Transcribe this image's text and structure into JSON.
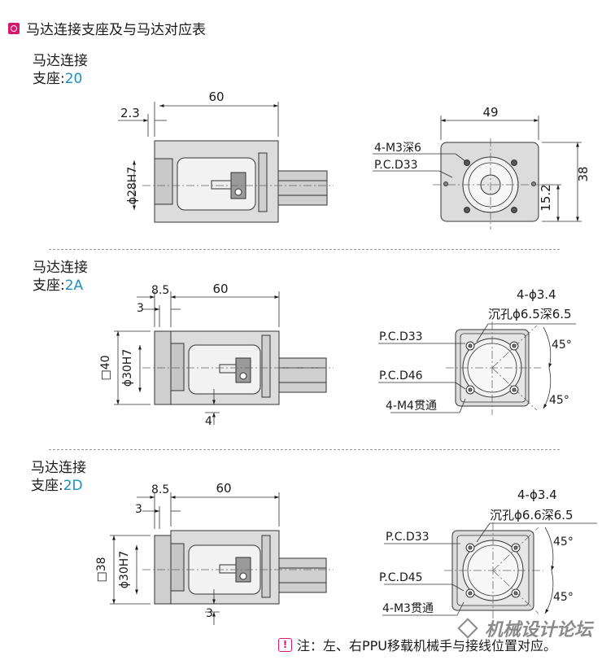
{
  "header": {
    "title": "马达连接支座及与马达对应表"
  },
  "sections": [
    {
      "label_line1": "马达连接",
      "label_prefix": "支座:",
      "code": "20",
      "dims": {
        "length": "60",
        "offset": "2.3",
        "diameter": "ϕ28H7",
        "width": "49",
        "height": "38",
        "center": "15.2"
      },
      "callouts": [
        "4-M3深6",
        "P.C.D33"
      ]
    },
    {
      "label_line1": "马达连接",
      "label_prefix": "支座:",
      "code": "2A",
      "dims": {
        "length": "60",
        "offset_a": "8.5",
        "offset_b": "3",
        "square": "□40",
        "diameter": "ϕ30H7",
        "bottom": "4"
      },
      "callouts": [
        "4-ϕ3.4",
        "沉孔ϕ6.5深6.5",
        "P.C.D33",
        "P.C.D46",
        "4-M4贯通",
        "45°",
        "45°"
      ]
    },
    {
      "label_line1": "马达连接",
      "label_prefix": "支座:",
      "code": "2D",
      "dims": {
        "length": "60",
        "offset_a": "8.5",
        "offset_b": "3",
        "square": "□38",
        "diameter": "ϕ30H7",
        "bottom": "3"
      },
      "callouts": [
        "4-ϕ3.4",
        "沉孔ϕ6.6深6.5",
        "P.C.D33",
        "P.C.D45",
        "4-M3贯通",
        "45°",
        "45°"
      ]
    }
  ],
  "footer": {
    "note": "注：左、右PPU移载机械手与接线位置对应。"
  },
  "watermark": {
    "text": "机械设计论坛"
  },
  "colors": {
    "accent": "#d7196b",
    "code_blue": "#1a8fbf",
    "part_fill": "#dcdcdc"
  }
}
